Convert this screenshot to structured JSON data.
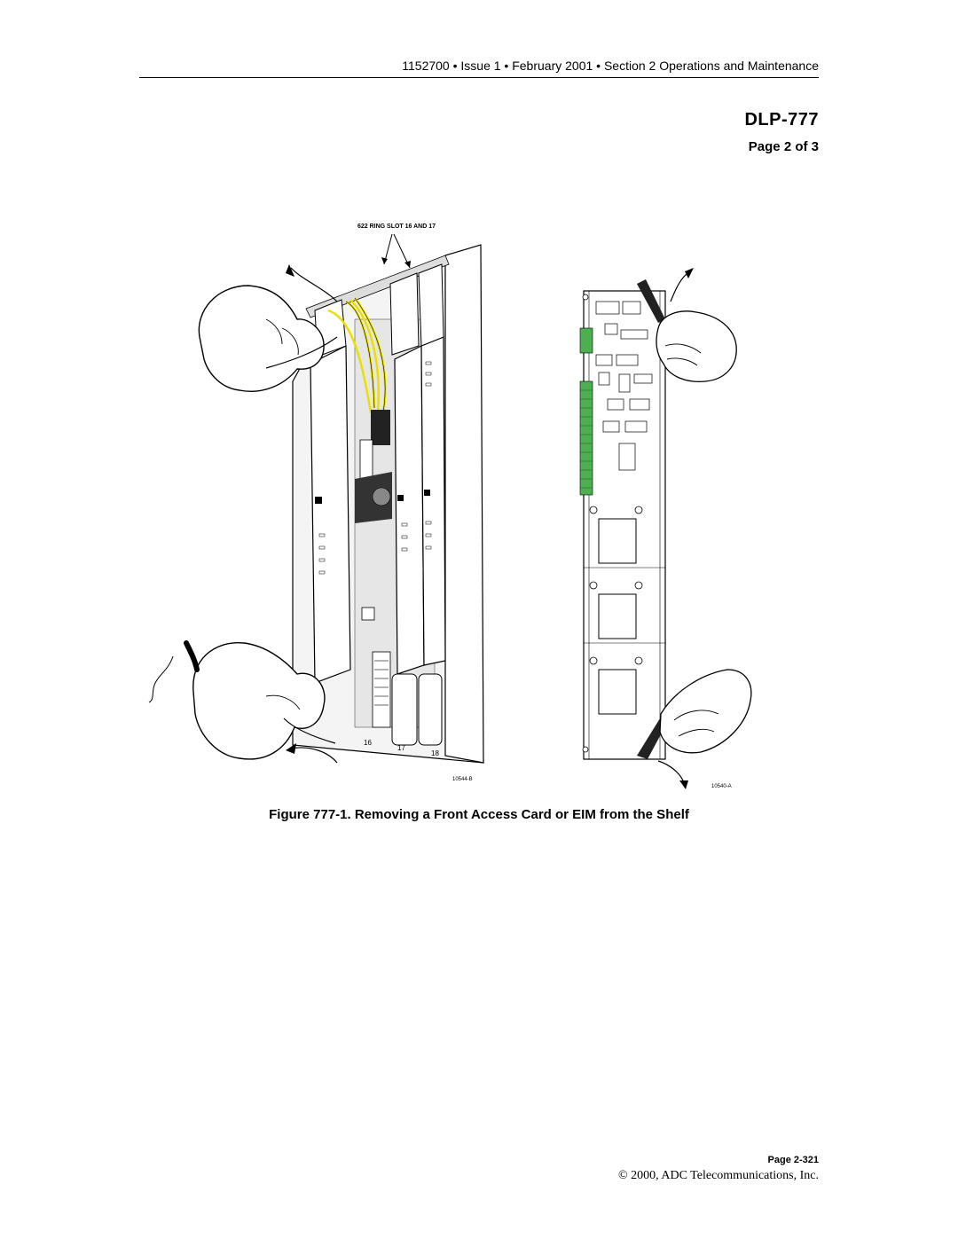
{
  "header": {
    "text": "1152700 • Issue 1 • February 2001 • Section 2 Operations and Maintenance"
  },
  "title": {
    "dlp": "DLP-777",
    "page_of": "Page 2 of 3"
  },
  "figure": {
    "left_label": "622 RING SLOT 16 AND 17",
    "slot_numbers": [
      "16",
      "17",
      "18"
    ],
    "left_code": "10544-B",
    "right_code": "10540-A",
    "caption": "Figure 777-1.  Removing a Front Access Card or EIM from the Shelf"
  },
  "footer": {
    "page": "Page 2-321",
    "copyright": "© 2000, ADC Telecommunications, Inc."
  },
  "colors": {
    "wire_yellow": "#e8e000",
    "led_green": "#4caf50"
  }
}
